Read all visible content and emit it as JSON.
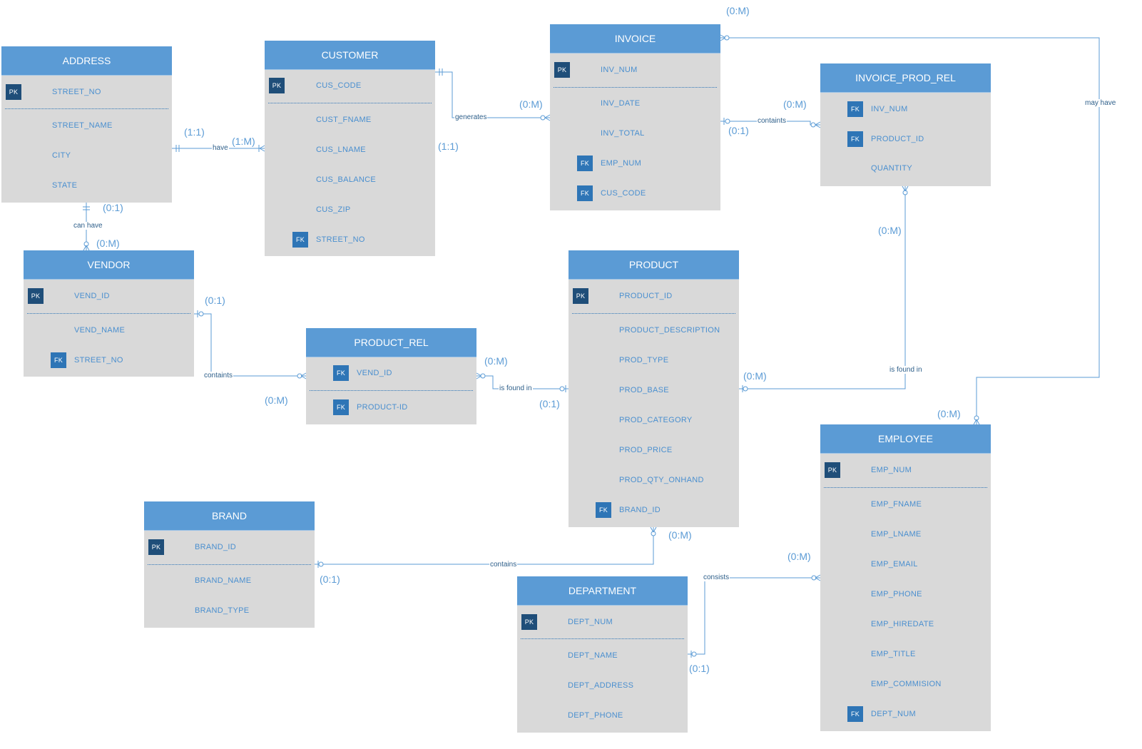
{
  "entities": {
    "address": {
      "title": "ADDRESS",
      "attributes": [
        {
          "key": "PK",
          "name": "STREET_NO"
        },
        {
          "name": "STREET_NAME"
        },
        {
          "name": "CITY"
        },
        {
          "name": "STATE"
        }
      ]
    },
    "customer": {
      "title": "CUSTOMER",
      "attributes": [
        {
          "key": "PK",
          "name": "CUS_CODE"
        },
        {
          "name": "CUST_FNAME"
        },
        {
          "name": "CUS_LNAME"
        },
        {
          "name": "CUS_BALANCE"
        },
        {
          "name": "CUS_ZIP"
        },
        {
          "key": "FK",
          "name": "STREET_NO"
        }
      ]
    },
    "invoice": {
      "title": "INVOICE",
      "attributes": [
        {
          "key": "PK",
          "name": "INV_NUM"
        },
        {
          "name": "INV_DATE"
        },
        {
          "name": "INV_TOTAL"
        },
        {
          "key": "FK",
          "name": "EMP_NUM"
        },
        {
          "key": "FK",
          "name": "CUS_CODE"
        }
      ]
    },
    "invoice_prod_rel": {
      "title": "INVOICE_PROD_REL",
      "attributes": [
        {
          "key": "FK",
          "name": "INV_NUM"
        },
        {
          "key": "FK",
          "name": "PRODUCT_ID"
        },
        {
          "name": "QUANTITY"
        }
      ]
    },
    "vendor": {
      "title": "VENDOR",
      "attributes": [
        {
          "key": "PK",
          "name": "VEND_ID"
        },
        {
          "name": "VEND_NAME"
        },
        {
          "key": "FK",
          "name": "STREET_NO"
        }
      ]
    },
    "product_rel": {
      "title": "PRODUCT_REL",
      "attributes": [
        {
          "key": "FK",
          "name": "VEND_ID"
        },
        {
          "key": "FK",
          "name": "PRODUCT-ID"
        }
      ]
    },
    "product": {
      "title": "PRODUCT",
      "attributes": [
        {
          "key": "PK",
          "name": "PRODUCT_ID"
        },
        {
          "name": "PRODUCT_DESCRIPTION"
        },
        {
          "name": "PROD_TYPE"
        },
        {
          "name": "PROD_BASE"
        },
        {
          "name": "PROD_CATEGORY"
        },
        {
          "name": "PROD_PRICE"
        },
        {
          "name": "PROD_QTY_ONHAND"
        },
        {
          "key": "FK",
          "name": "BRAND_ID"
        }
      ]
    },
    "brand": {
      "title": "BRAND",
      "attributes": [
        {
          "key": "PK",
          "name": "BRAND_ID"
        },
        {
          "name": "BRAND_NAME"
        },
        {
          "name": "BRAND_TYPE"
        }
      ]
    },
    "department": {
      "title": "DEPARTMENT",
      "attributes": [
        {
          "key": "PK",
          "name": "DEPT_NUM"
        },
        {
          "name": "DEPT_NAME"
        },
        {
          "name": "DEPT_ADDRESS"
        },
        {
          "name": "DEPT_PHONE"
        }
      ]
    },
    "employee": {
      "title": "EMPLOYEE",
      "attributes": [
        {
          "key": "PK",
          "name": "EMP_NUM"
        },
        {
          "name": "EMP_FNAME"
        },
        {
          "name": "EMP_LNAME"
        },
        {
          "name": "EMP_EMAIL"
        },
        {
          "name": "EMP_PHONE"
        },
        {
          "name": "EMP_HIREDATE"
        },
        {
          "name": "EMP_TITLE"
        },
        {
          "name": "EMP_COMMISION"
        },
        {
          "key": "FK",
          "name": "DEPT_NUM"
        }
      ]
    }
  },
  "relationships": {
    "address_customer": {
      "verb": "have",
      "card_from": "(1:1)",
      "card_to": "(1:M)"
    },
    "address_vendor": {
      "verb": "can have",
      "card_from": "(0:1)",
      "card_to": "(0:M)"
    },
    "customer_invoice": {
      "verb": "generates",
      "card_from": "(1:1)",
      "card_to": "(0:M)"
    },
    "invoice_invoice_prod_rel": {
      "verb": "containts",
      "card_from": "(0:1)",
      "card_to": "(0:M)"
    },
    "invoice_employee": {
      "verb": "may have",
      "card_from": "(0:M)",
      "card_to": "(0:M)"
    },
    "vendor_product_rel": {
      "verb": "containts",
      "card_from": "(0:1)",
      "card_to": "(0:M)"
    },
    "product_rel_product": {
      "verb": "is found in",
      "card_from": "(0:M)",
      "card_to": "(0:1)"
    },
    "product_invoice_prod_rel": {
      "verb": "is found in",
      "card_from": "(0:M)",
      "card_to": "(0:M)"
    },
    "brand_product": {
      "verb": "contains",
      "card_from": "(0:1)",
      "card_to": "(0:M)"
    },
    "department_employee": {
      "verb": "consists",
      "card_from": "(0:1)",
      "card_to": "(0:M)"
    }
  },
  "colors": {
    "header": "#5b9bd5",
    "body": "#d9d9d9",
    "pk": "#1f4e79",
    "fk": "#2e75b6",
    "line": "#5b9bd5"
  }
}
